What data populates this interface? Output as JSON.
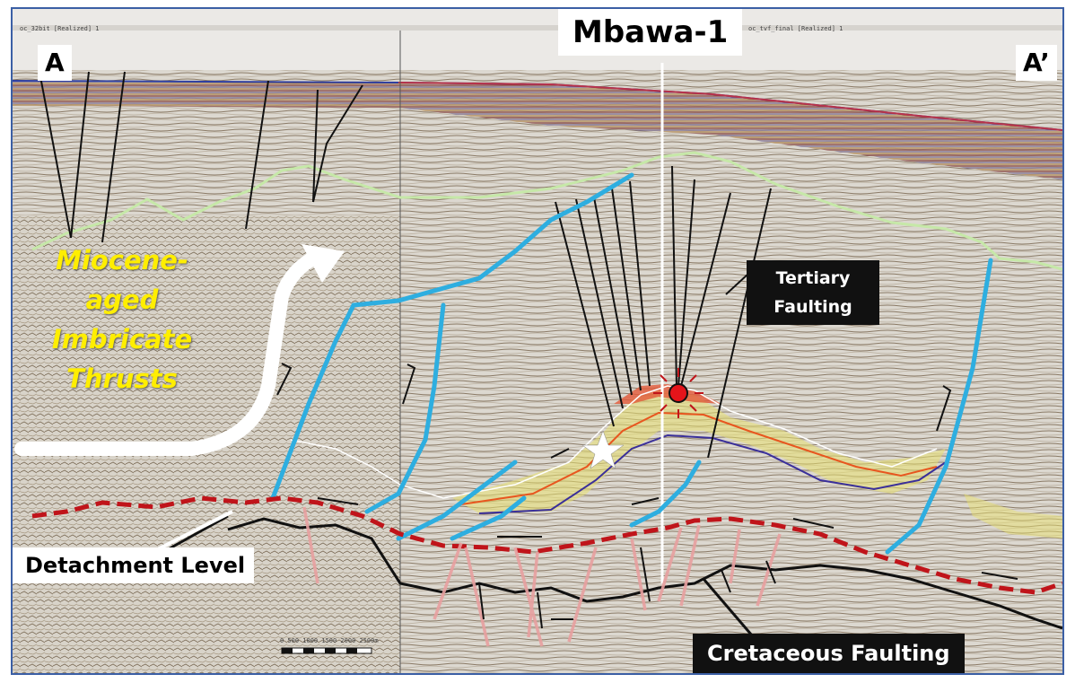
{
  "labels": {
    "left_end": "A",
    "right_end": "A’",
    "well": "Mbawa-1",
    "imbricate": [
      "Miocene-",
      "aged",
      "Imbricate",
      "Thrusts"
    ],
    "tertiary": [
      "Tertiary",
      "Faulting"
    ],
    "detachment": "Detachment Level",
    "cretaceous": "Cretaceous Faulting"
  },
  "section_headers": {
    "left": "oc_32bit [Realized] 1",
    "right": "oc_tvf_final [Realized] 1"
  },
  "scale_bar": {
    "ticks": "0   500  1000 1500 2000 2500m"
  },
  "colors": {
    "thrust_faults": "#2eaee0",
    "detachment": "#c0141a",
    "tertiary_faults": "#111111",
    "cretaceous_faults": "#e8a0a0",
    "horizon_green": "#c6e8a8",
    "reservoir_fill": "#e8e070",
    "well_line": "#ffffff"
  },
  "icons": {
    "well_marker": "red-sun-icon",
    "discovery": "white-star-icon"
  }
}
